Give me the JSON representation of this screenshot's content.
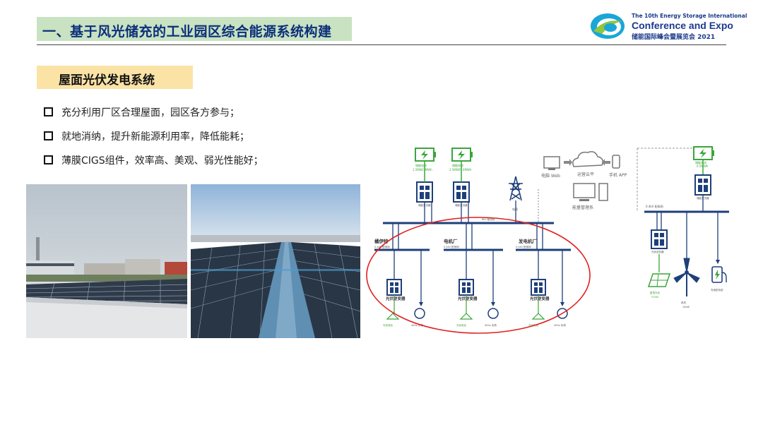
{
  "header": {
    "title": "一、基于风光储充的工业园区综合能源系统构建"
  },
  "logo": {
    "line1": "The 10th Energy Storage International",
    "line2": "Conference and Expo",
    "line3": "储能国际峰会暨展览会 2021"
  },
  "section": {
    "heading": "屋面光伏发电系统"
  },
  "bullets": [
    "充分利用厂区合理屋面，园区各方参与；",
    "就地消纳，提升新能源利用率，降低能耗；",
    "薄膜CIGS组件，效率高、美观、弱光性能好；"
  ],
  "diagram": {
    "battery1_label": "储能电池",
    "battery1_spec": "1.5MW/3MWh",
    "battery2_label": "储能电池",
    "battery2_spec": "2.5MW/5.0MWh",
    "battery3_label": "储能电池",
    "battery3_spec": "0.5MWh",
    "cabinet_label": "储能变流器",
    "grid_label": "电网",
    "bus_main_label": "6kV 配电网",
    "pc_web": "电脑 Web",
    "cloud": "运营云平",
    "mobile_app": "手机 APP",
    "ems": "能量管理系",
    "factory1": "橘伊特",
    "factory2": "电机厂",
    "factory3": "发电机厂",
    "bus_lv": "0.4kV 配电网",
    "inverter": "光伏逆变器",
    "pv_source": "光伏电站",
    "load": "400v 负荷",
    "right_bus": "0.4kV 配电网",
    "wind_label": "风机",
    "wind_spec": "10kW",
    "pv_right_label": "屋顶光伏",
    "pv_right_spec": "57kW",
    "charger_label": "充电桩系统"
  }
}
